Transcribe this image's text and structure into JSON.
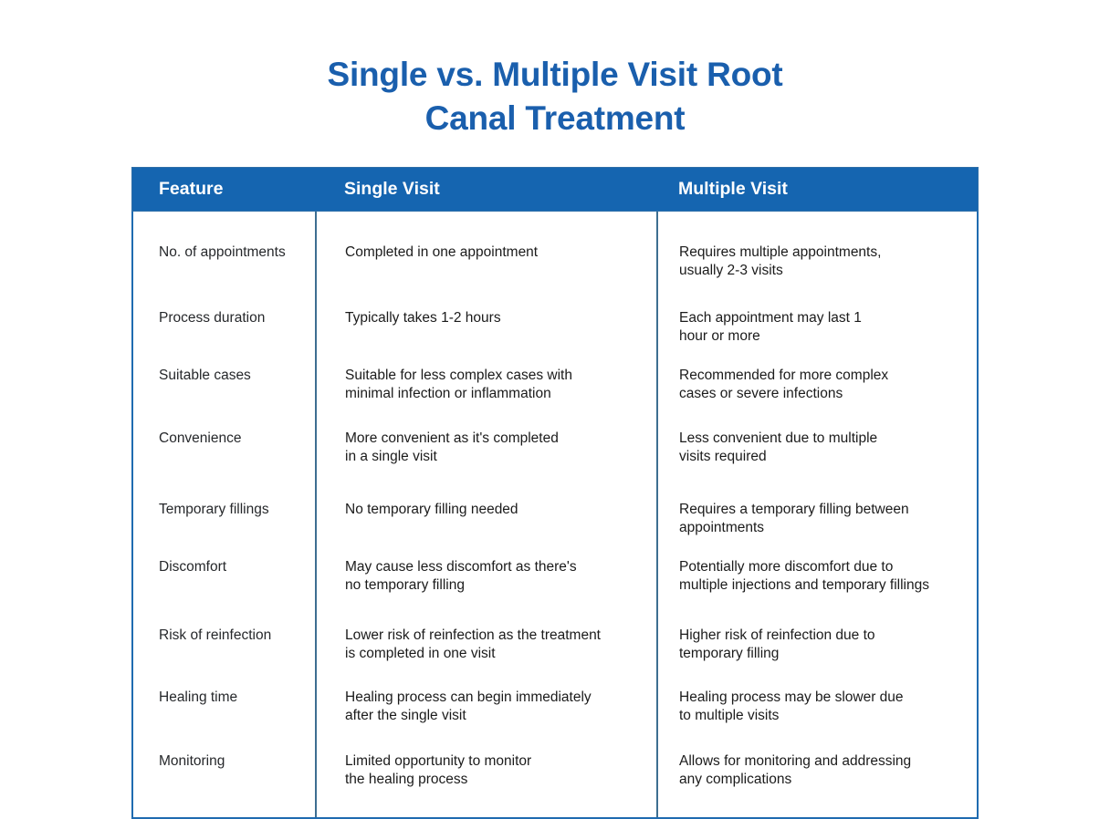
{
  "title": {
    "line1": "Single vs. Multiple Visit Root",
    "line2": "Canal Treatment",
    "color": "#1A5FAD"
  },
  "table": {
    "header_bg": "#1565B0",
    "header_text_color": "#FFFFFF",
    "border_color": "#1F6BB0",
    "columns": [
      "Feature",
      "Single Visit",
      "Multiple Visit"
    ],
    "rows": [
      {
        "feature": "No. of appointments",
        "single": [
          "Completed in one appointment"
        ],
        "multiple": [
          "Requires multiple appointments,",
          "usually 2-3 visits"
        ]
      },
      {
        "feature": "Process duration",
        "single": [
          "Typically takes 1-2 hours"
        ],
        "multiple": [
          "Each appointment may last 1",
          "hour or more"
        ]
      },
      {
        "feature": "Suitable cases",
        "single": [
          "Suitable for less complex cases with",
          "minimal infection or inflammation"
        ],
        "multiple": [
          "Recommended for more complex",
          "cases or severe infections"
        ]
      },
      {
        "feature": "Convenience",
        "single": [
          "More convenient as it's completed",
          "in a single visit"
        ],
        "multiple": [
          "Less convenient due to multiple",
          "visits required"
        ]
      },
      {
        "feature": "Temporary fillings",
        "single": [
          "No temporary filling needed"
        ],
        "multiple": [
          "Requires a temporary filling between",
          "appointments"
        ]
      },
      {
        "feature": "Discomfort",
        "single": [
          "May cause less discomfort as there's",
          "no temporary filling"
        ],
        "multiple": [
          "Potentially more discomfort due to",
          "multiple injections and temporary fillings"
        ]
      },
      {
        "feature": "Risk of reinfection",
        "single": [
          "Lower risk of reinfection as the treatment",
          "is completed in one visit"
        ],
        "multiple": [
          "Higher risk of reinfection due to",
          "temporary filling"
        ]
      },
      {
        "feature": "Healing time",
        "single": [
          "Healing process can begin immediately",
          "after the single visit"
        ],
        "multiple": [
          "Healing process may be slower due",
          "to multiple visits"
        ]
      },
      {
        "feature": "Monitoring",
        "single": [
          "Limited opportunity to monitor",
          "the healing process"
        ],
        "multiple": [
          "Allows for monitoring and addressing",
          "any complications"
        ]
      }
    ]
  }
}
